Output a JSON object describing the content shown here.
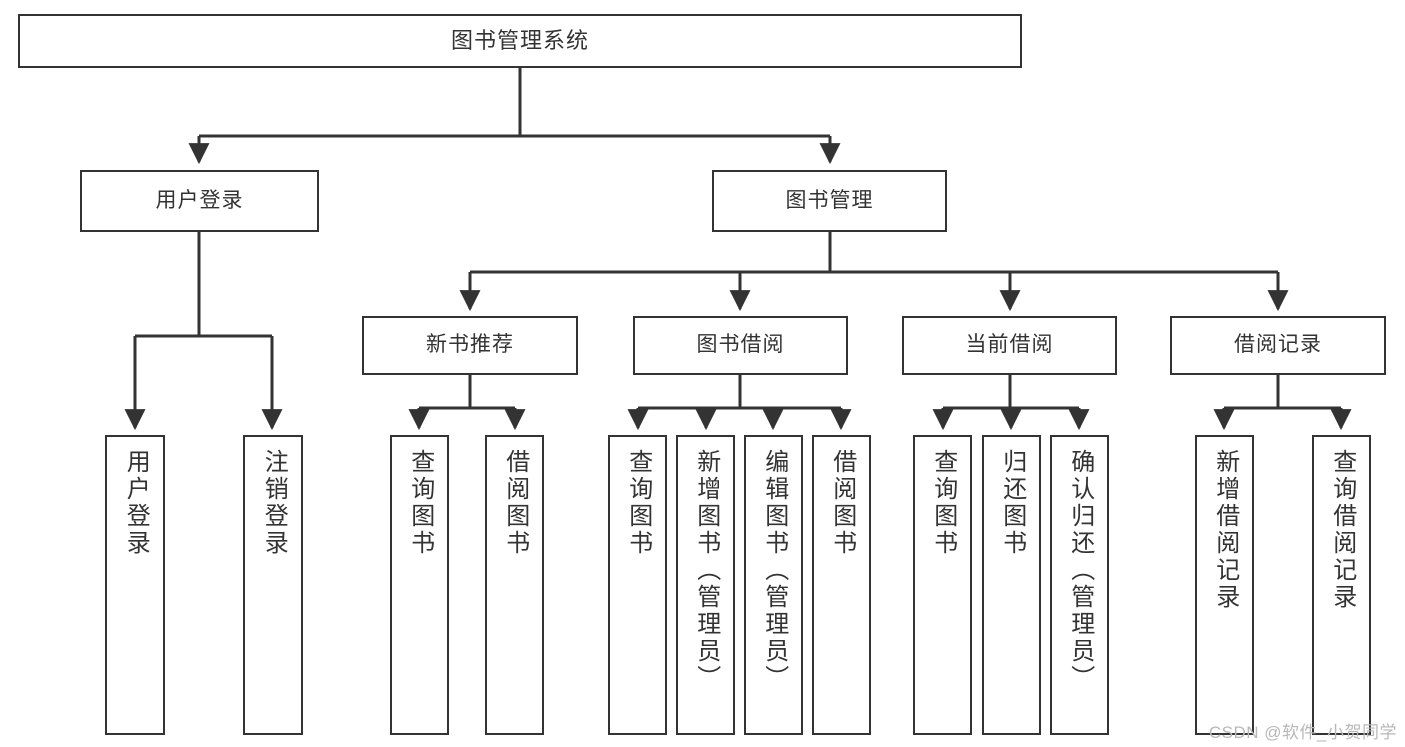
{
  "diagram": {
    "title": "图书管理系统",
    "watermark": "CSDN @软件_小贺同学",
    "colors": {
      "line": "#333333",
      "box_fill": "#ffffff",
      "text": "#333333",
      "watermark": "#b8b8b8"
    },
    "root": {
      "label": "图书管理系统"
    },
    "level2": [
      {
        "label": "用户登录"
      },
      {
        "label": "图书管理"
      }
    ],
    "level3": [
      {
        "label": "新书推荐"
      },
      {
        "label": "图书借阅"
      },
      {
        "label": "当前借阅"
      },
      {
        "label": "借阅记录"
      }
    ],
    "leaves": {
      "user_login": [
        {
          "label": "用户登录"
        },
        {
          "label": "注销登录"
        }
      ],
      "new_book": [
        {
          "label": "查询图书"
        },
        {
          "label": "借阅图书"
        }
      ],
      "book_borrow": [
        {
          "label": "查询图书"
        },
        {
          "label": "新增图书（管理员）"
        },
        {
          "label": "编辑图书（管理员）"
        },
        {
          "label": "借阅图书"
        }
      ],
      "current_borrow": [
        {
          "label": "查询图书"
        },
        {
          "label": "归还图书"
        },
        {
          "label": "确认归还（管理员）"
        }
      ],
      "borrow_record": [
        {
          "label": "新增借阅记录"
        },
        {
          "label": "查询借阅记录"
        }
      ]
    }
  }
}
